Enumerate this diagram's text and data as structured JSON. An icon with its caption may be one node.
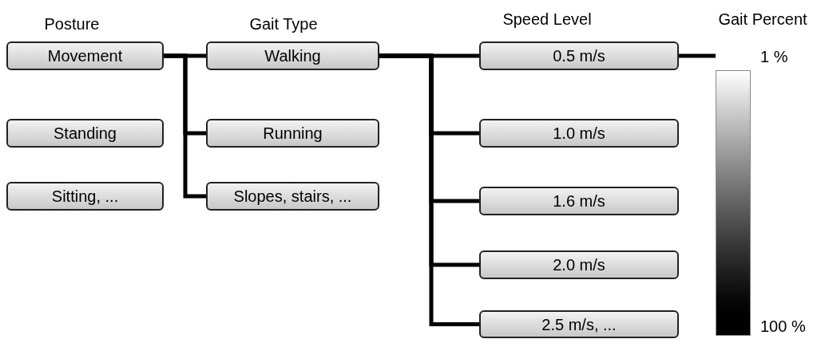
{
  "diagram": {
    "nodes": [
      {
        "text": [
          "Movement"
        ]
      },
      {
        "text": [
          "Standing"
        ]
      },
      {
        "text": [
          "Sitting, ..."
        ]
      },
      {
        "text": [
          "Walking"
        ]
      },
      {
        "text": [
          "Running"
        ]
      },
      {
        "text": [
          "Slopes, stairs, ..."
        ]
      },
      {
        "text": [
          "0.5 m/s"
        ]
      },
      {
        "text": [
          "1.0 m/s"
        ]
      },
      {
        "text": [
          "1.6 m/s"
        ]
      },
      {
        "text": [
          "2.0 m/s"
        ]
      },
      {
        "text": [
          "2.5 m/s, ..."
        ]
      },
      {
        "text": [],
        "shape": "bar",
        "beside": [
          "1 %",
          "100 %"
        ]
      }
    ],
    "edges": [
      {
        "from": 0,
        "to": 3,
        "arrow": "none"
      },
      {
        "from": 0,
        "to": 4,
        "arrow": "none"
      },
      {
        "from": 0,
        "to": 5,
        "arrow": "none"
      },
      {
        "from": 3,
        "to": 6,
        "arrow": "none"
      },
      {
        "from": 3,
        "to": 7,
        "arrow": "none"
      },
      {
        "from": 3,
        "to": 8,
        "arrow": "none"
      },
      {
        "from": 3,
        "to": 9,
        "arrow": "none"
      },
      {
        "from": 3,
        "to": 10,
        "arrow": "none"
      },
      {
        "from": 6,
        "to": 11,
        "arrow": "none"
      }
    ],
    "labels": [
      "Posture",
      "Gait Type",
      "Speed Level",
      "Gait Percent"
    ]
  }
}
